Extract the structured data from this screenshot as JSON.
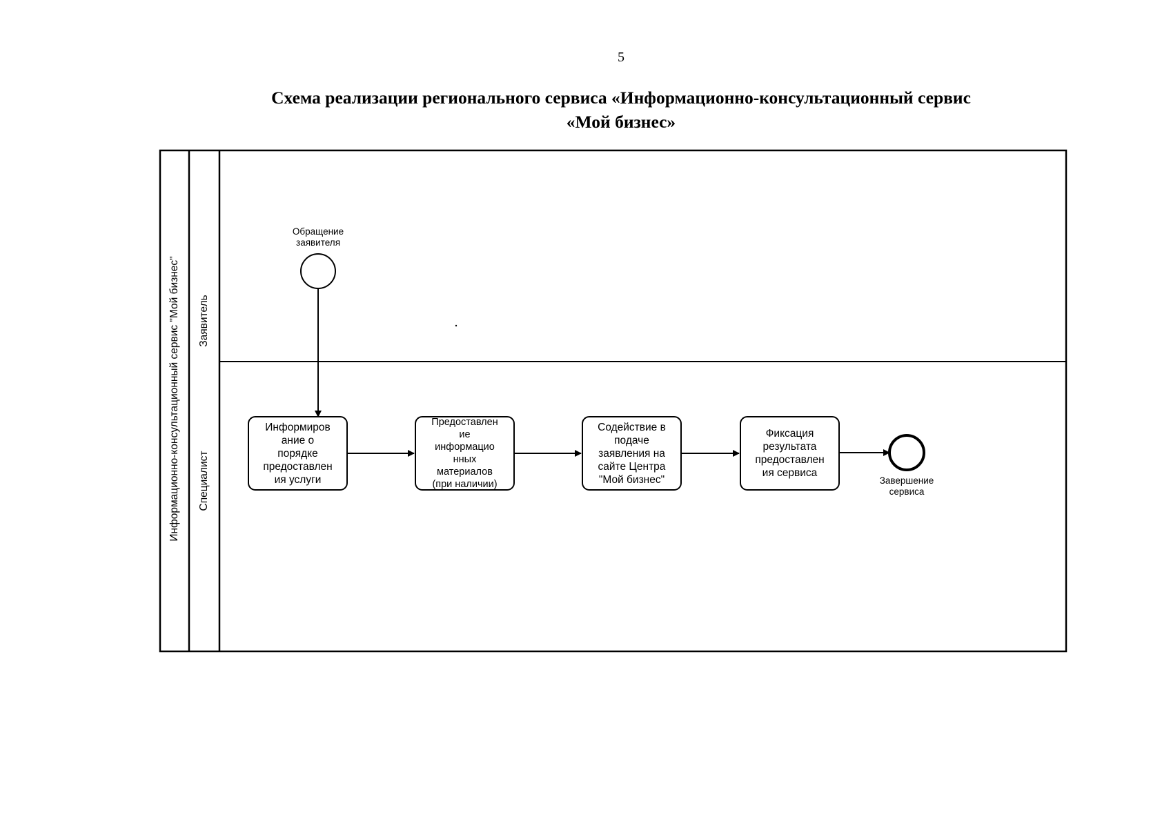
{
  "page_number": "5",
  "title": {
    "line1": "Схема реализации регионального сервиса «Информационно-консультационный сервис",
    "line2": "«Мой бизнес»"
  },
  "pool": {
    "label": "Информационно-консультационный сервис \"Мой бизнес\""
  },
  "lanes": [
    {
      "label": "Заявитель"
    },
    {
      "label": "Специалист"
    }
  ],
  "events": {
    "start": "Обращение\nзаявителя",
    "end": "Завершение\nсервиса"
  },
  "tasks": [
    {
      "text": "Информиров\nание о\nпорядке\nпредоставлен\nия услуги"
    },
    {
      "text": "Предоставлен\nие\nинформацио\nнных\nматериалов\n(при наличии)"
    },
    {
      "text": "Содействие в\nподаче\nзаявления на\nсайте Центра\n\"Мой бизнес\""
    },
    {
      "text": "Фиксация\nрезультата\nпредоставлен\nия сервиса"
    }
  ]
}
